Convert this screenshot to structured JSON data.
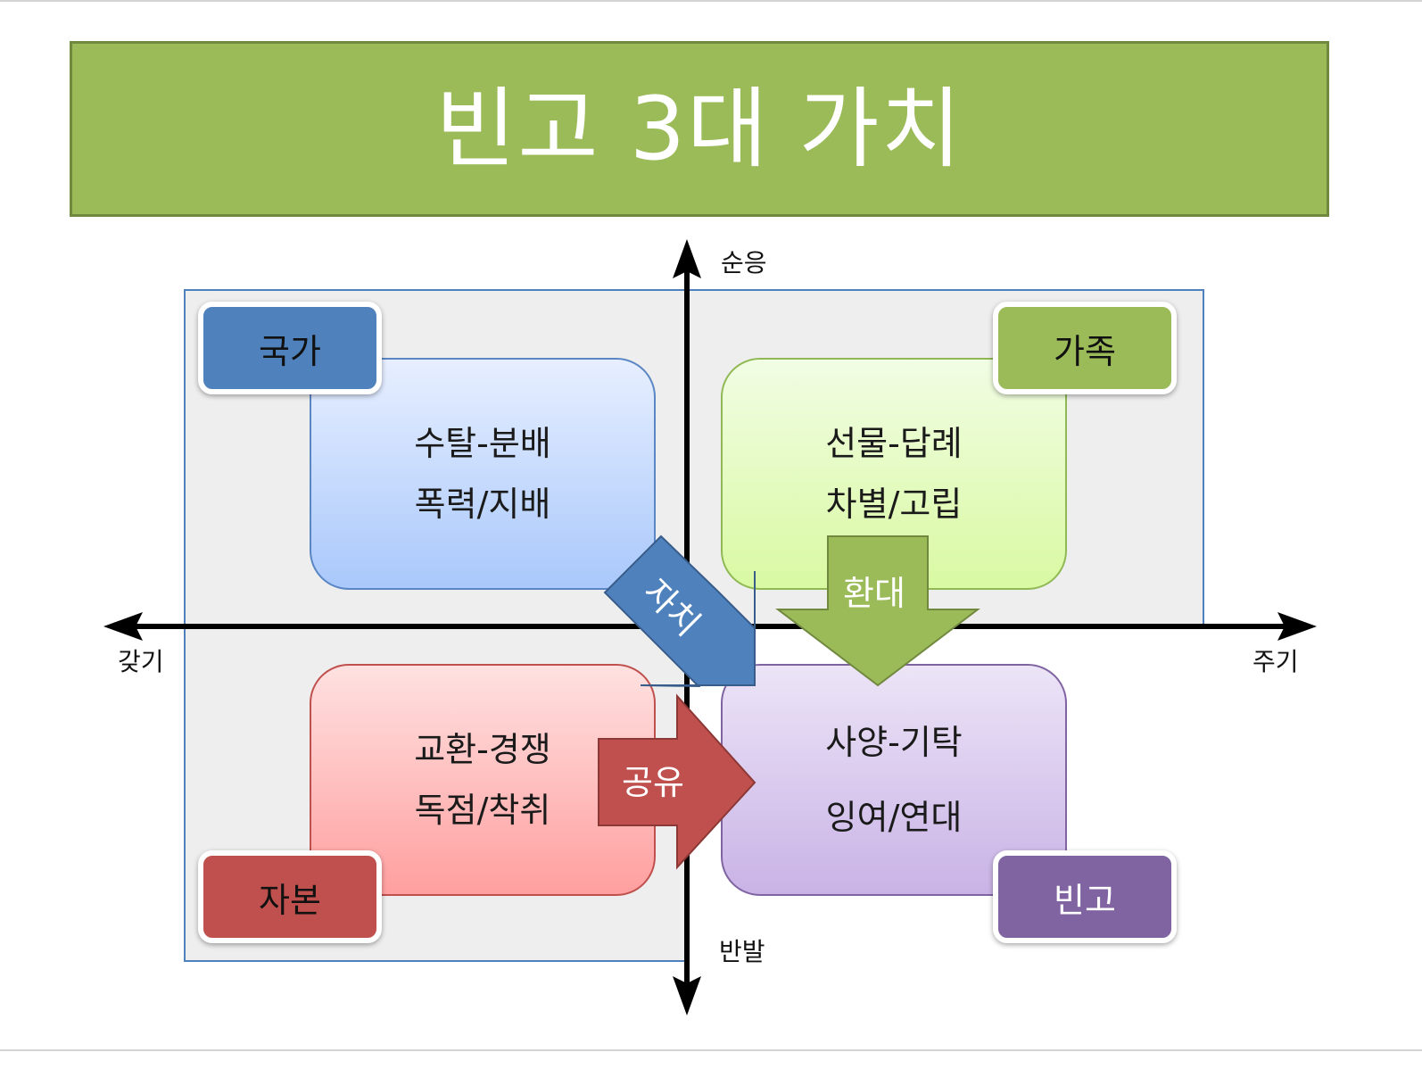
{
  "title": "빈고 3대 가치",
  "axes": {
    "top": "순응",
    "bottom": "반발",
    "left": "갖기",
    "right": "주기"
  },
  "quadrants": {
    "nw": {
      "tag": "국가",
      "line1": "수탈-분배",
      "line2": "폭력/지배",
      "color": "#4f81bd"
    },
    "ne": {
      "tag": "가족",
      "line1": "선물-답례",
      "line2": "차별/고립",
      "color": "#9bbb59"
    },
    "sw": {
      "tag": "자본",
      "line1": "교환-경쟁",
      "line2": "독점/착취",
      "color": "#c0504d"
    },
    "se": {
      "tag": "빈고",
      "line1": "사양-기탁",
      "line2": "잉여/연대",
      "color": "#8064a2"
    }
  },
  "arrows": {
    "autonomy": "자치",
    "hospitality": "환대",
    "sharing": "공유"
  }
}
